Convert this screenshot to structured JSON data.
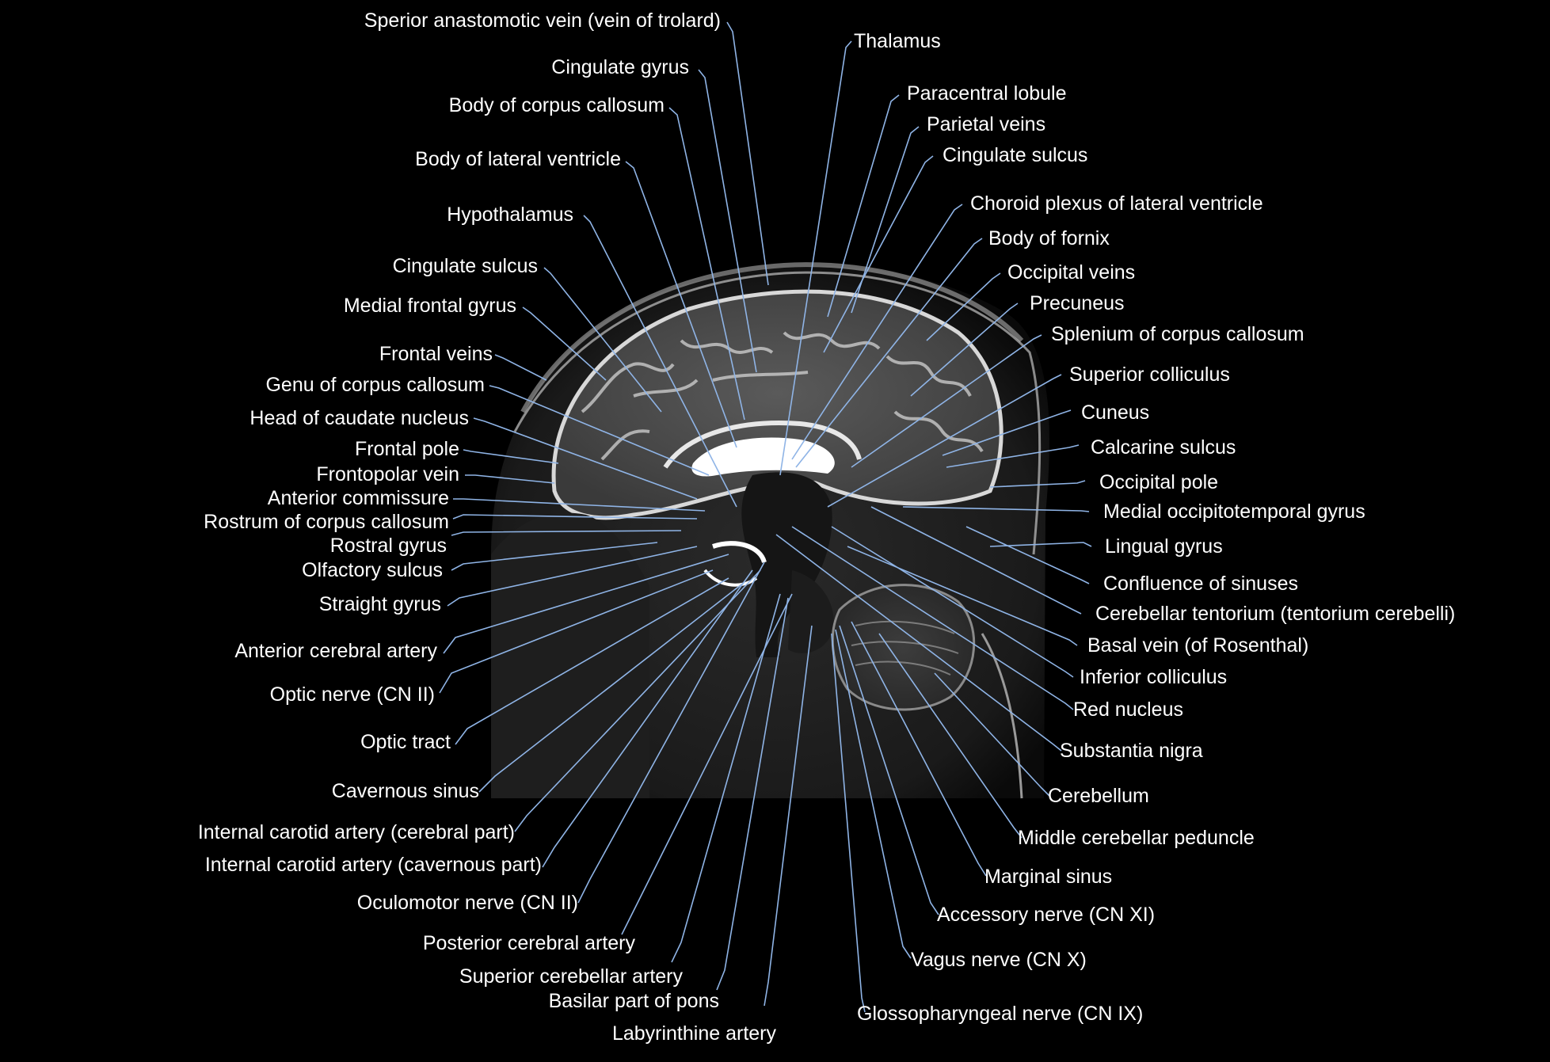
{
  "labels": {
    "left": [
      "Sperior anastomotic vein (vein of trolard)",
      "Cingulate gyrus",
      "Body of corpus callosum",
      "Body of lateral ventricle",
      "Hypothalamus",
      "Cingulate sulcus",
      "Medial frontal gyrus",
      "Frontal veins",
      "Genu of corpus callosum",
      "Head of caudate nucleus",
      "Frontal pole",
      "Frontopolar vein",
      "Anterior commissure",
      "Rostrum of corpus callosum",
      "Rostral gyrus",
      "Olfactory sulcus",
      "Straight gyrus",
      "Anterior cerebral artery",
      "Optic nerve (CN II)",
      "Optic tract",
      "Cavernous sinus",
      "Internal carotid artery (cerebral part)",
      "Internal carotid artery (cavernous part)",
      "Oculomotor nerve (CN II)",
      "Posterior cerebral artery",
      "Superior cerebellar artery",
      "Basilar part of pons",
      "Labyrinthine artery"
    ],
    "right": [
      "Thalamus",
      "Paracentral lobule",
      "Parietal veins",
      "Cingulate sulcus",
      "Choroid plexus of lateral ventricle",
      "Body of fornix",
      "Occipital veins",
      "Precuneus",
      "Splenium of corpus callosum",
      "Superior colliculus",
      "Cuneus",
      "Calcarine sulcus",
      "Occipital pole",
      "Medial occipitotemporal gyrus",
      "Lingual gyrus",
      "Confluence of sinuses",
      "Cerebellar tentorium (tentorium cerebelli)",
      "Basal vein (of Rosenthal)",
      "Inferior colliculus",
      "Red nucleus",
      "Substantia nigra",
      "Cerebellum",
      "Middle cerebellar peduncle",
      "Marginal sinus",
      "Accessory nerve (CN XI)",
      "Vagus nerve (CN X)",
      "Glossopharyngeal nerve (CN IX)"
    ]
  },
  "colors": {
    "background": "#000000",
    "text": "#ffffff",
    "leader_line": "#8fb4e6"
  }
}
